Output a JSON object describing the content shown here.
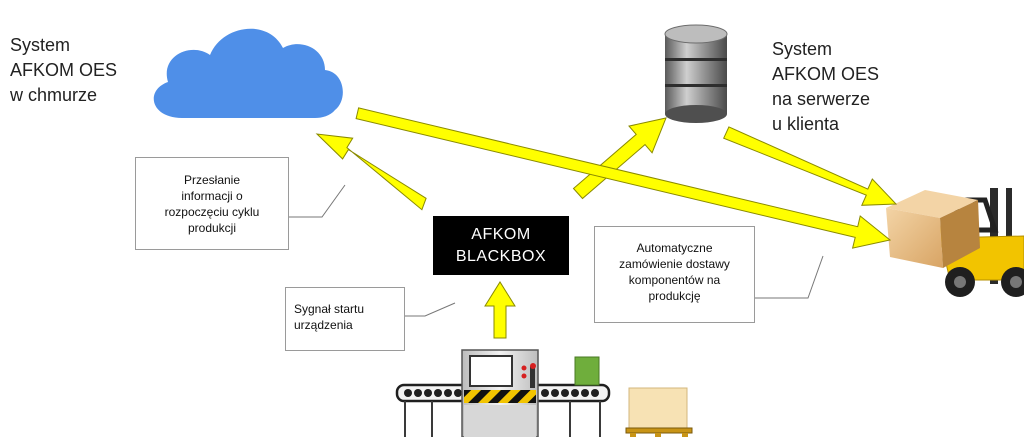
{
  "cloud_system": {
    "lines": [
      "System",
      "AFKOM OES",
      "w chmurze"
    ]
  },
  "server_system": {
    "lines": [
      "System",
      "AFKOM OES",
      "na serwerze",
      "u klienta"
    ]
  },
  "blackbox": {
    "lines": [
      "AFKOM",
      "BLACKBOX"
    ]
  },
  "callouts": {
    "production_start": {
      "lines": [
        "Przesłanie",
        "informacji o",
        "rozpoczęciu cyklu",
        "produkcji"
      ]
    },
    "device_start": {
      "lines": [
        "Sygnał startu",
        "urządzenia"
      ]
    },
    "auto_order": {
      "lines": [
        "Automatyczne",
        "zamówienie dostawy",
        "komponentów na",
        "produkcję"
      ]
    }
  },
  "colors": {
    "arrow_fill": "#ffff00",
    "arrow_stroke": "#8a8a00",
    "cloud": "#4f8fe8",
    "database": "#8c8c8c",
    "box": "#d9a566",
    "forklift": "#f2c400",
    "blackbox": "#000000"
  },
  "icons": {
    "cloud": "cloud-icon",
    "database": "database-icon",
    "forklift": "forklift-icon",
    "machine": "production-line-icon",
    "pallet": "pallet-icon"
  }
}
